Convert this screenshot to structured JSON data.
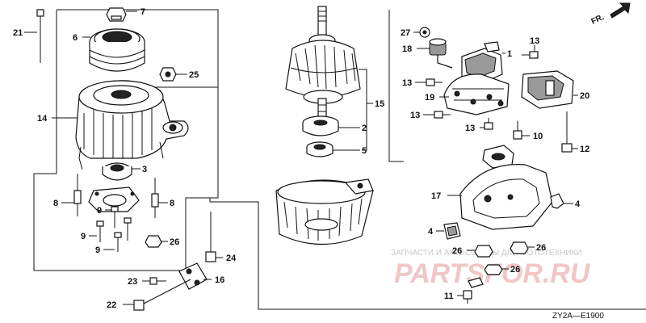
{
  "callouts": {
    "c1": "1",
    "c2": "2",
    "c3": "3",
    "c4a": "4",
    "c4b": "4",
    "c5": "5",
    "c6": "6",
    "c7": "7",
    "c8a": "8",
    "c8b": "8",
    "c9a": "9",
    "c9b": "9",
    "c9c": "9",
    "c10": "10",
    "c11": "11",
    "c12": "12",
    "c13a": "13",
    "c13b": "13",
    "c13c": "13",
    "c13d": "13",
    "c14": "14",
    "c15": "15",
    "c16": "16",
    "c17": "17",
    "c18": "18",
    "c19": "19",
    "c20": "20",
    "c21": "21",
    "c22": "22",
    "c23": "23",
    "c24": "24",
    "c25": "25",
    "c26a": "26",
    "c26b": "26",
    "c26c": "26",
    "c26d": "26",
    "c27": "27"
  },
  "direction_label": "FR.",
  "diagram_code": "ZY2A—E1900",
  "watermark": {
    "subtitle": "ЗАПЧАСТИ И АКСЕССУАРЫ ДЛЯ МОТОТЕХНИКИ",
    "brand": "PARTSFOR.RU"
  },
  "colors": {
    "ink": "#111111",
    "watermark_red": "#f2c6c6",
    "watermark_gray": "#c9c9c9"
  }
}
